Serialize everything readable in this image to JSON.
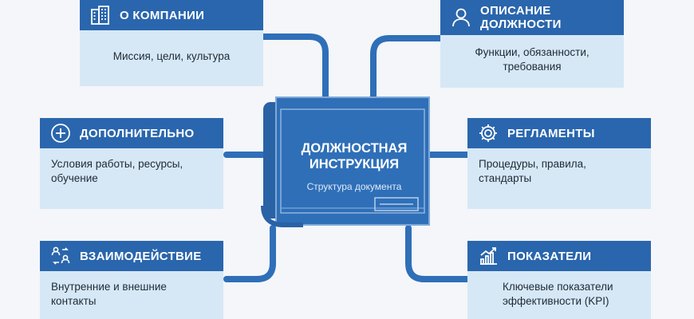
{
  "center": {
    "title": "ДОЛЖНОСТНАЯ\nИНСТРУКЦИЯ",
    "subtitle": "Структура документа"
  },
  "cards": {
    "company": {
      "title": "О КОМПАНИИ",
      "body": "Миссия, цели, культура",
      "icon": "building-icon"
    },
    "position": {
      "title": "ОПИСАНИЕ\nДОЛЖНОСТИ",
      "body": "Функции, обязанности,\nтребования",
      "icon": "person-icon"
    },
    "additional": {
      "title": "ДОПОЛНИТЕЛЬНО",
      "body": "Условия работы, ресурсы,\nобучение",
      "icon": "plus-circle-icon"
    },
    "regulations": {
      "title": "РЕГЛАМЕНТЫ",
      "body": "Процедуры, правила,\nстандарты",
      "icon": "gear-icon"
    },
    "interaction": {
      "title": "ВЗАИМОДЕЙСТВИЕ",
      "body": "Внутренние и внешние\nконтакты",
      "icon": "people-exchange-icon"
    },
    "kpi": {
      "title": "ПОКАЗАТЕЛИ",
      "body": "Ключевые показатели\nэффективности (KPI)",
      "icon": "chart-growth-icon"
    }
  },
  "colors": {
    "header": "#2a66ad",
    "body": "#d6e8f6",
    "connector": "#2f6fb8",
    "document": "#2f6fb8",
    "background": "#f4f6f9"
  }
}
